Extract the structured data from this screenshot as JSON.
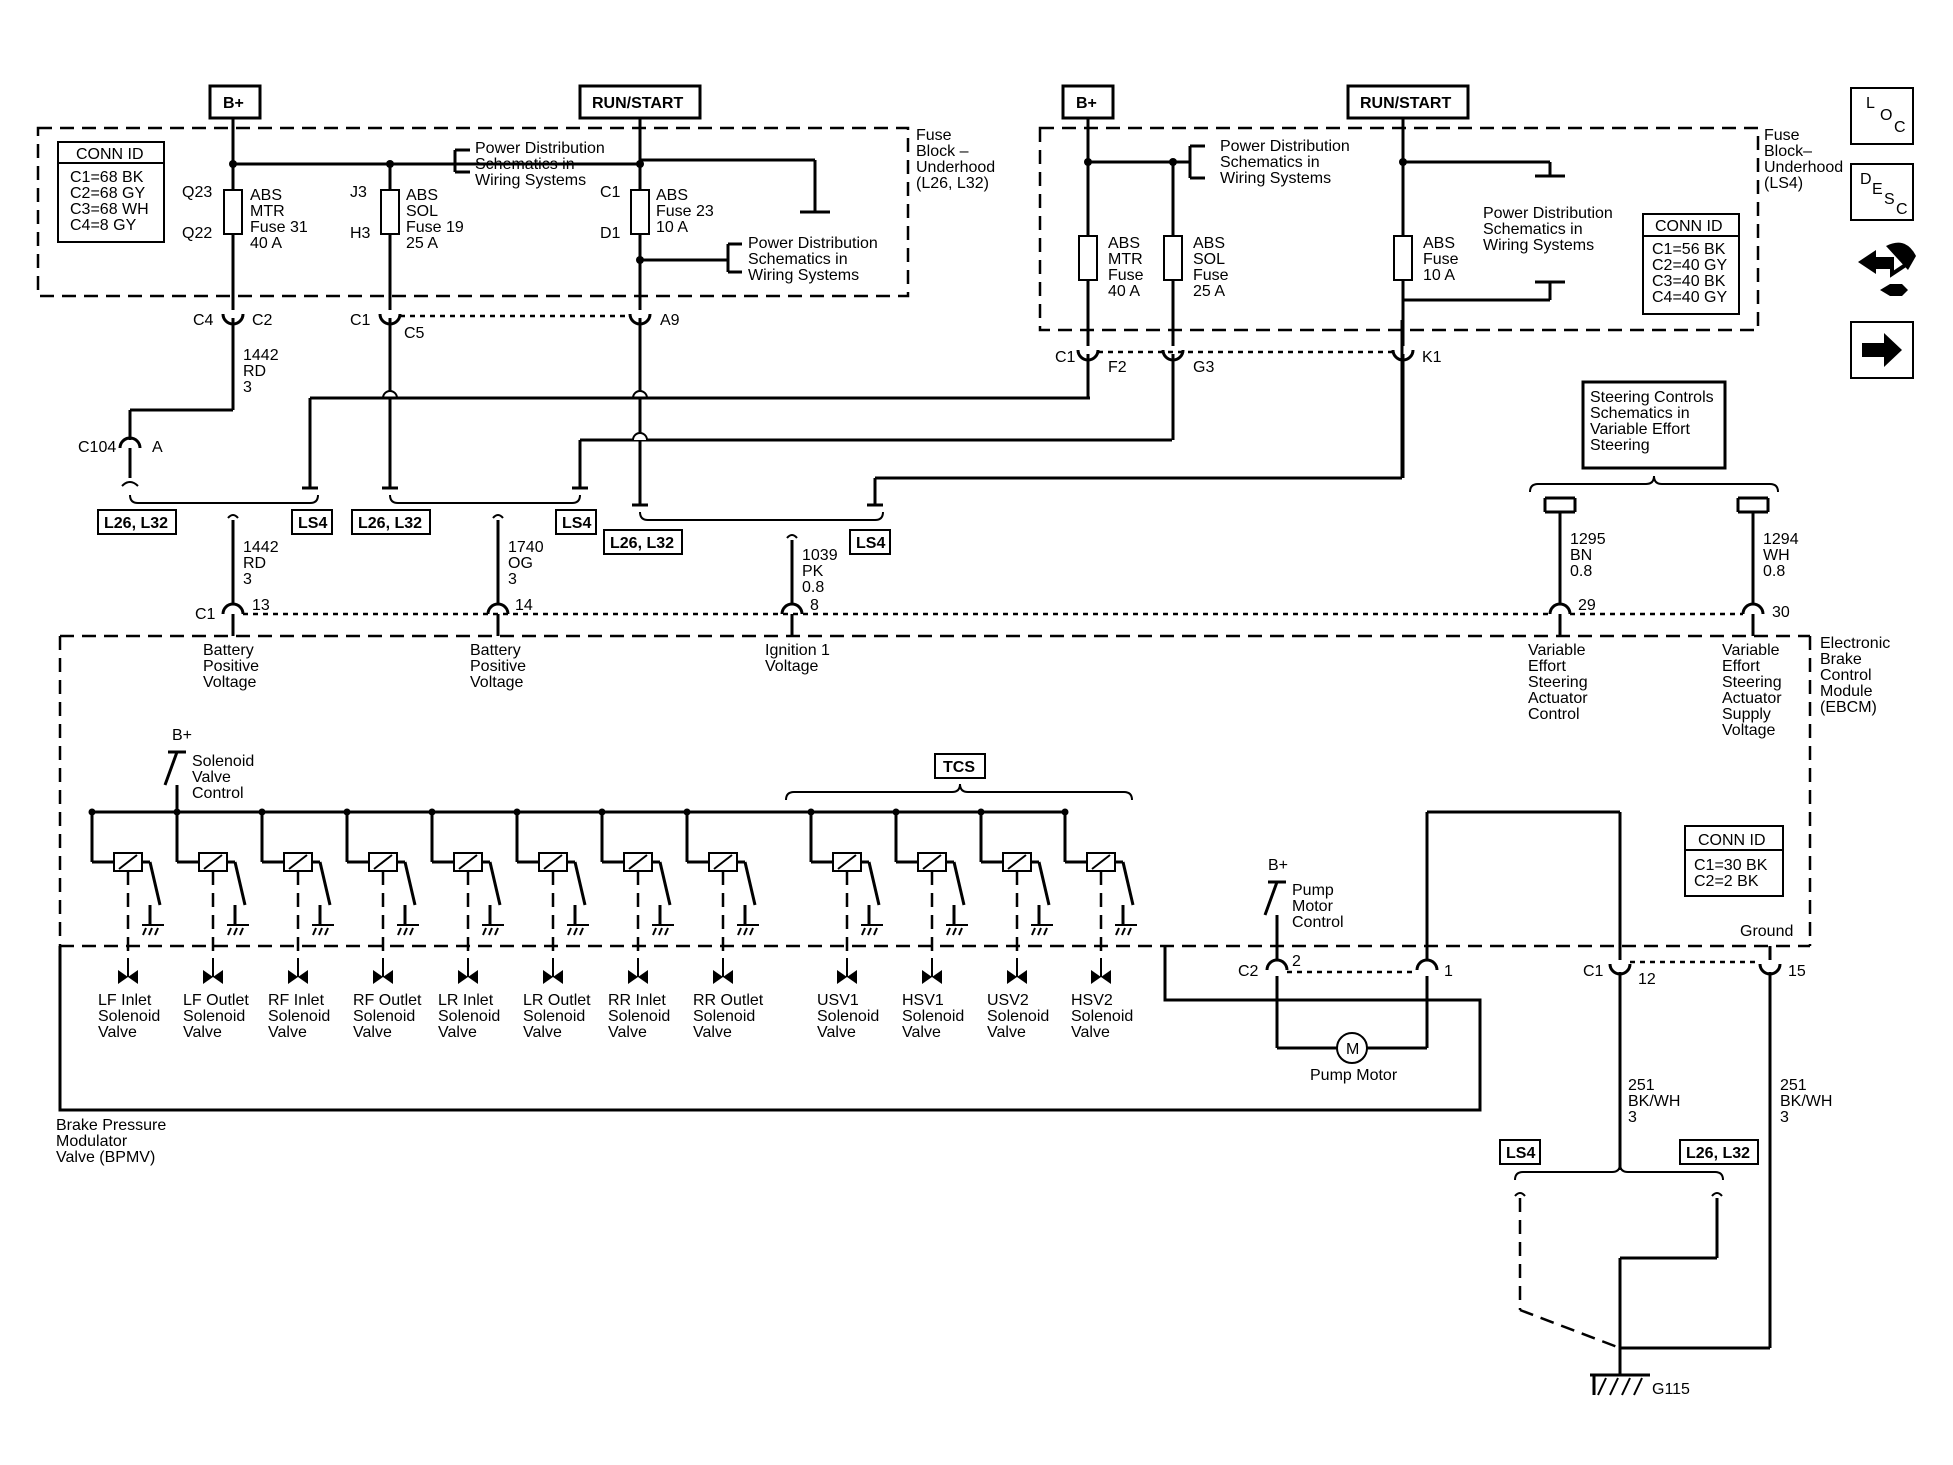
{
  "top_left": {
    "bplus": "B+",
    "run_start": "RUN/START",
    "fuse_block_label": [
      "Fuse",
      "Block –",
      "Underhood",
      "(L26, L32)"
    ],
    "conn_id": {
      "title": "CONN ID",
      "rows": [
        "C1=68 BK",
        "C2=68 GY",
        "C3=68 WH",
        "C4=8 GY"
      ]
    },
    "fuse31": {
      "pins_top": "Q23",
      "pins_bottom": "Q22",
      "lines": [
        "ABS",
        "MTR",
        "Fuse 31",
        "40 A"
      ]
    },
    "fuse19": {
      "pins_top": "J3",
      "pins_bottom": "H3",
      "lines": [
        "ABS",
        "SOL",
        "Fuse 19",
        "25 A"
      ]
    },
    "fuse23": {
      "pins_top": "C1",
      "pins_bottom": "D1",
      "lines": [
        "ABS",
        "Fuse 23",
        "10 A"
      ]
    },
    "pds_a": [
      "Power Distribution",
      "Schematics in",
      "Wiring  Systems"
    ],
    "pds_b": [
      "Power Distribution",
      "Schematics in",
      "Wiring  Systems"
    ],
    "conn_c4": "C4",
    "conn_c2": "C2",
    "conn_c1": "C1",
    "conn_c5": "C5",
    "conn_a9": "A9",
    "wire_1442_top": [
      "1442",
      "RD",
      "3"
    ],
    "c104": "C104",
    "c104_pin": "A"
  },
  "top_right": {
    "bplus": "B+",
    "run_start": "RUN/START",
    "fuse_block_label": [
      "Fuse",
      "Block–",
      "Underhood",
      "(LS4)"
    ],
    "pds_a": [
      "Power Distribution",
      "Schematics in",
      "Wiring  Systems"
    ],
    "pds_b": [
      "Power Distribution",
      "Schematics in",
      "Wiring  Systems"
    ],
    "fuse_mtr": [
      "ABS",
      "MTR",
      "Fuse",
      "40 A"
    ],
    "fuse_sol": [
      "ABS",
      "SOL",
      "Fuse",
      "25 A"
    ],
    "fuse_abs": [
      "ABS",
      "Fuse",
      "10 A"
    ],
    "conn_id": {
      "title": "CONN ID",
      "rows": [
        "C1=56 BK",
        "C2=40 GY",
        "C3=40 BK",
        "C4=40 GY"
      ]
    },
    "conn_c1": "C1",
    "pin_f2": "F2",
    "pin_g3": "G3",
    "pin_k1": "K1"
  },
  "nav_icons": {
    "loc": [
      "L",
      "O",
      "C"
    ],
    "desc": [
      "D",
      "E",
      "S",
      "C"
    ]
  },
  "options": {
    "l26_l32": "L26, L32",
    "ls4": "LS4"
  },
  "steering": {
    "box": [
      "Steering Controls",
      "Schematics in",
      "Variable Effort",
      "Steering"
    ],
    "wire_1295": [
      "1295",
      "BN",
      "0.8"
    ],
    "wire_1294": [
      "1294",
      "WH",
      "0.8"
    ]
  },
  "ebcm_inputs": {
    "conn": "C1",
    "pin13": "13",
    "pin14": "14",
    "pin8": "8",
    "pin29": "29",
    "pin30": "30",
    "wire_1442": [
      "1442",
      "RD",
      "3"
    ],
    "wire_1740": [
      "1740",
      "OG",
      "3"
    ],
    "wire_1039": [
      "1039",
      "PK",
      "0.8"
    ],
    "labels": {
      "bat1": [
        "Battery",
        "Positive",
        "Voltage"
      ],
      "bat2": [
        "Battery",
        "Positive",
        "Voltage"
      ],
      "ign": [
        "Ignition 1",
        "Voltage"
      ],
      "vesa": [
        "Variable",
        "Effort",
        "Steering",
        "Actuator",
        "Control"
      ],
      "vess": [
        "Variable",
        "Effort",
        "Steering",
        "Actuator",
        "Supply",
        "Voltage"
      ]
    }
  },
  "ebcm": {
    "label": [
      "Electronic",
      "Brake",
      "Control",
      "Module",
      "(EBCM)"
    ],
    "bplus_solenoid": "B+",
    "solenoid_ctrl": [
      "Solenoid",
      "Valve",
      "Control"
    ],
    "tcs": "TCS",
    "bplus_pump": "B+",
    "pump_ctrl": [
      "Pump",
      "Motor",
      "Control"
    ],
    "conn_id": {
      "title": "CONN ID",
      "rows": [
        "C1=30 BK",
        "C2=2 BK"
      ]
    },
    "ground": "Ground"
  },
  "bpmv": {
    "label": [
      "Brake Pressure",
      "Modulator",
      "Valve (BPMV)"
    ],
    "valves": [
      [
        "LF Inlet",
        "Solenoid",
        "Valve"
      ],
      [
        "LF Outlet",
        "Solenoid",
        "Valve"
      ],
      [
        "RF Inlet",
        "Solenoid",
        "Valve"
      ],
      [
        "RF Outlet",
        "Solenoid",
        "Valve"
      ],
      [
        "LR Inlet",
        "Solenoid",
        "Valve"
      ],
      [
        "LR Outlet",
        "Solenoid",
        "Valve"
      ],
      [
        "RR Inlet",
        "Solenoid",
        "Valve"
      ],
      [
        "RR Outlet",
        "Solenoid",
        "Valve"
      ],
      [
        "USV1",
        "Solenoid",
        "Valve"
      ],
      [
        "HSV1",
        "Solenoid",
        "Valve"
      ],
      [
        "USV2",
        "Solenoid",
        "Valve"
      ],
      [
        "HSV2",
        "Solenoid",
        "Valve"
      ]
    ],
    "pump_motor": "Pump Motor",
    "motor_symbol": "M",
    "conn_c2": "C2",
    "pin2": "2",
    "pin1": "1"
  },
  "ground_section": {
    "conn_c1": "C1",
    "pin12": "12",
    "pin15": "15",
    "wire_a": [
      "251",
      "BK/WH",
      "3"
    ],
    "wire_b": [
      "251",
      "BK/WH",
      "3"
    ],
    "g115": "G115"
  }
}
